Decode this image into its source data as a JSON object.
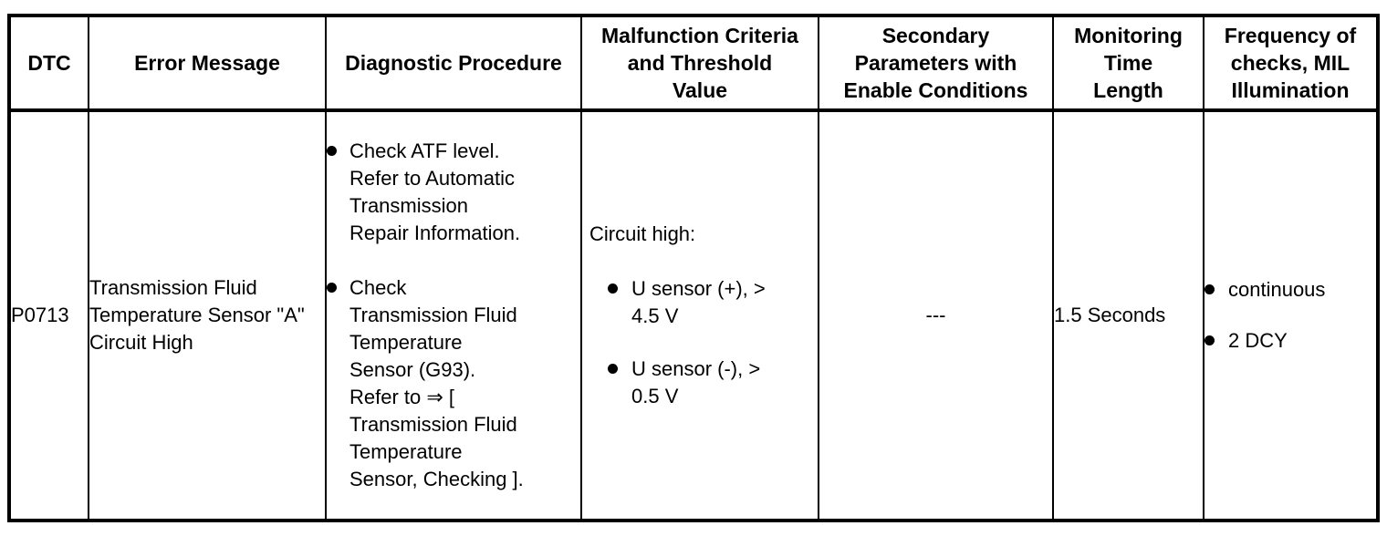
{
  "colors": {
    "border": "#000000",
    "text": "#000000",
    "background": "#ffffff"
  },
  "header": {
    "columns": [
      {
        "name": "dtc",
        "lines": [
          "DTC"
        ]
      },
      {
        "name": "error_message",
        "lines": [
          "Error Message"
        ]
      },
      {
        "name": "diagnostic_procedure",
        "lines": [
          "Diagnostic Procedure"
        ]
      },
      {
        "name": "malfunction_criteria",
        "lines": [
          "Malfunction Criteria",
          "and Threshold",
          "Value"
        ]
      },
      {
        "name": "secondary_parameters",
        "lines": [
          "Secondary",
          "Parameters with",
          "Enable Conditions"
        ]
      },
      {
        "name": "monitoring_time",
        "lines": [
          "Monitoring",
          "Time",
          "Length"
        ]
      },
      {
        "name": "frequency_of_checks",
        "lines": [
          "Frequency of",
          "checks, MIL",
          "Illumination"
        ]
      }
    ]
  },
  "row": {
    "dtc": "P0713",
    "error_message": "Transmission Fluid Temperature Sensor \"A\" Circuit High",
    "diagnostic_procedure": {
      "items": [
        "Check ATF level. Refer to Automatic Transmission Repair Information.",
        "Check Transmission Fluid Temperature Sensor (G93). Refer to ⇒ [ Transmission Fluid Temperature Sensor, Checking ]."
      ]
    },
    "malfunction_criteria": {
      "intro": "Circuit high:",
      "items": [
        "U sensor (+), > 4.5 V",
        "U sensor (-), > 0.5 V"
      ]
    },
    "secondary_parameters": "---",
    "monitoring_time_length": "1.5 Seconds",
    "frequency_of_checks": {
      "items": [
        "continuous",
        "2 DCY"
      ]
    }
  }
}
